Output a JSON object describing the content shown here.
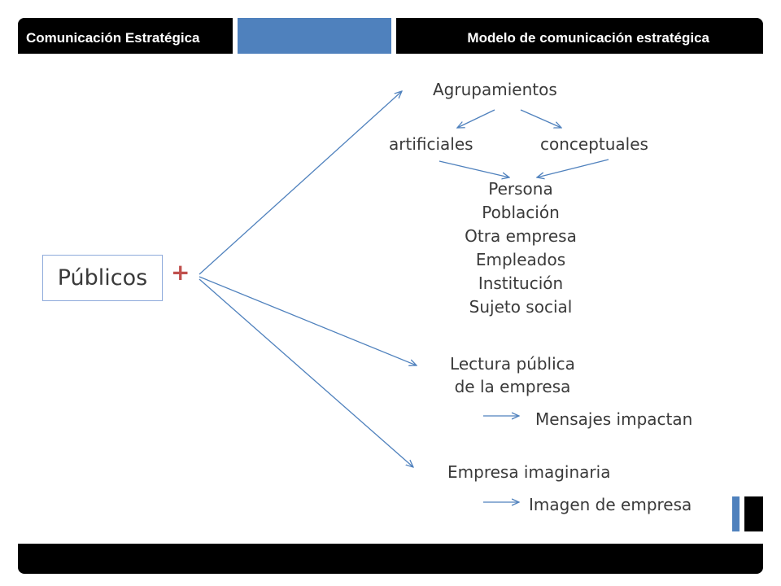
{
  "header": {
    "left_title": "Comunicación Estratégica",
    "right_title": "Modelo de comunicación estratégica"
  },
  "diagram": {
    "root_label": "Públicos",
    "plus_sign": "+",
    "branch1": {
      "title": "Agrupamientos",
      "left": "artificiales",
      "right": "conceptuales",
      "items": [
        "Persona",
        "Población",
        "Otra empresa",
        "Empleados",
        "Institución",
        "Sujeto social"
      ]
    },
    "branch2": {
      "title_line1": "Lectura pública",
      "title_line2": "de la empresa",
      "result": "Mensajes impactan"
    },
    "branch3": {
      "title": "Empresa imaginaria",
      "result": "Imagen de empresa"
    }
  },
  "colors": {
    "accent_blue": "#4f81bd",
    "plus_red": "#c0504d",
    "bar_black": "#000000"
  }
}
